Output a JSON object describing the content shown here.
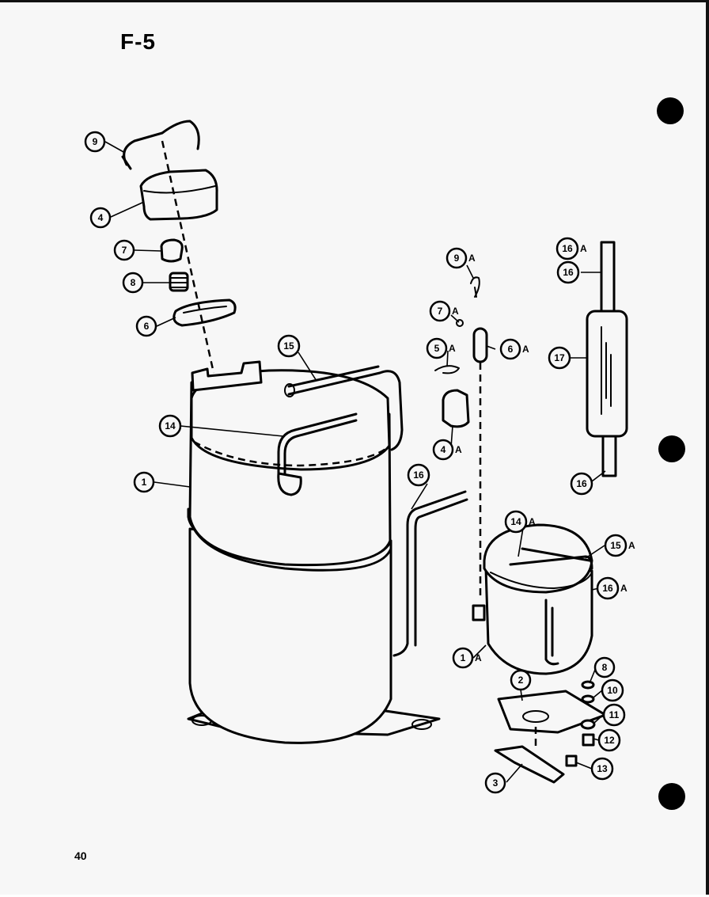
{
  "figure": {
    "title": "F-5",
    "page_number": "40"
  },
  "callouts": [
    {
      "id": "c-9",
      "label": "9",
      "suffix": ""
    },
    {
      "id": "c-4",
      "label": "4",
      "suffix": ""
    },
    {
      "id": "c-7",
      "label": "7",
      "suffix": ""
    },
    {
      "id": "c-8",
      "label": "8",
      "suffix": ""
    },
    {
      "id": "c-6",
      "label": "6",
      "suffix": ""
    },
    {
      "id": "c-15",
      "label": "15",
      "suffix": ""
    },
    {
      "id": "c-14",
      "label": "14",
      "suffix": ""
    },
    {
      "id": "c-1",
      "label": "1",
      "suffix": ""
    },
    {
      "id": "c-16",
      "label": "16",
      "suffix": ""
    },
    {
      "id": "c-9a",
      "label": "9",
      "suffix": "A"
    },
    {
      "id": "c-7a",
      "label": "7",
      "suffix": "A"
    },
    {
      "id": "c-5a",
      "label": "5",
      "suffix": "A"
    },
    {
      "id": "c-6a",
      "label": "6",
      "suffix": "A"
    },
    {
      "id": "c-4a",
      "label": "4",
      "suffix": "A"
    },
    {
      "id": "c-16a-top",
      "label": "16",
      "suffix": "A"
    },
    {
      "id": "c-16-top",
      "label": "16",
      "suffix": ""
    },
    {
      "id": "c-17",
      "label": "17",
      "suffix": ""
    },
    {
      "id": "c-16-bottom",
      "label": "16",
      "suffix": ""
    },
    {
      "id": "c-14a",
      "label": "14",
      "suffix": "A"
    },
    {
      "id": "c-15a",
      "label": "15",
      "suffix": "A"
    },
    {
      "id": "c-16a",
      "label": "16",
      "suffix": "A"
    },
    {
      "id": "c-1a",
      "label": "1",
      "suffix": "A"
    },
    {
      "id": "c-2",
      "label": "2",
      "suffix": ""
    },
    {
      "id": "c-8r",
      "label": "8",
      "suffix": ""
    },
    {
      "id": "c-10",
      "label": "10",
      "suffix": ""
    },
    {
      "id": "c-11",
      "label": "11",
      "suffix": ""
    },
    {
      "id": "c-12",
      "label": "12",
      "suffix": ""
    },
    {
      "id": "c-13",
      "label": "13",
      "suffix": ""
    },
    {
      "id": "c-3",
      "label": "3",
      "suffix": ""
    }
  ]
}
